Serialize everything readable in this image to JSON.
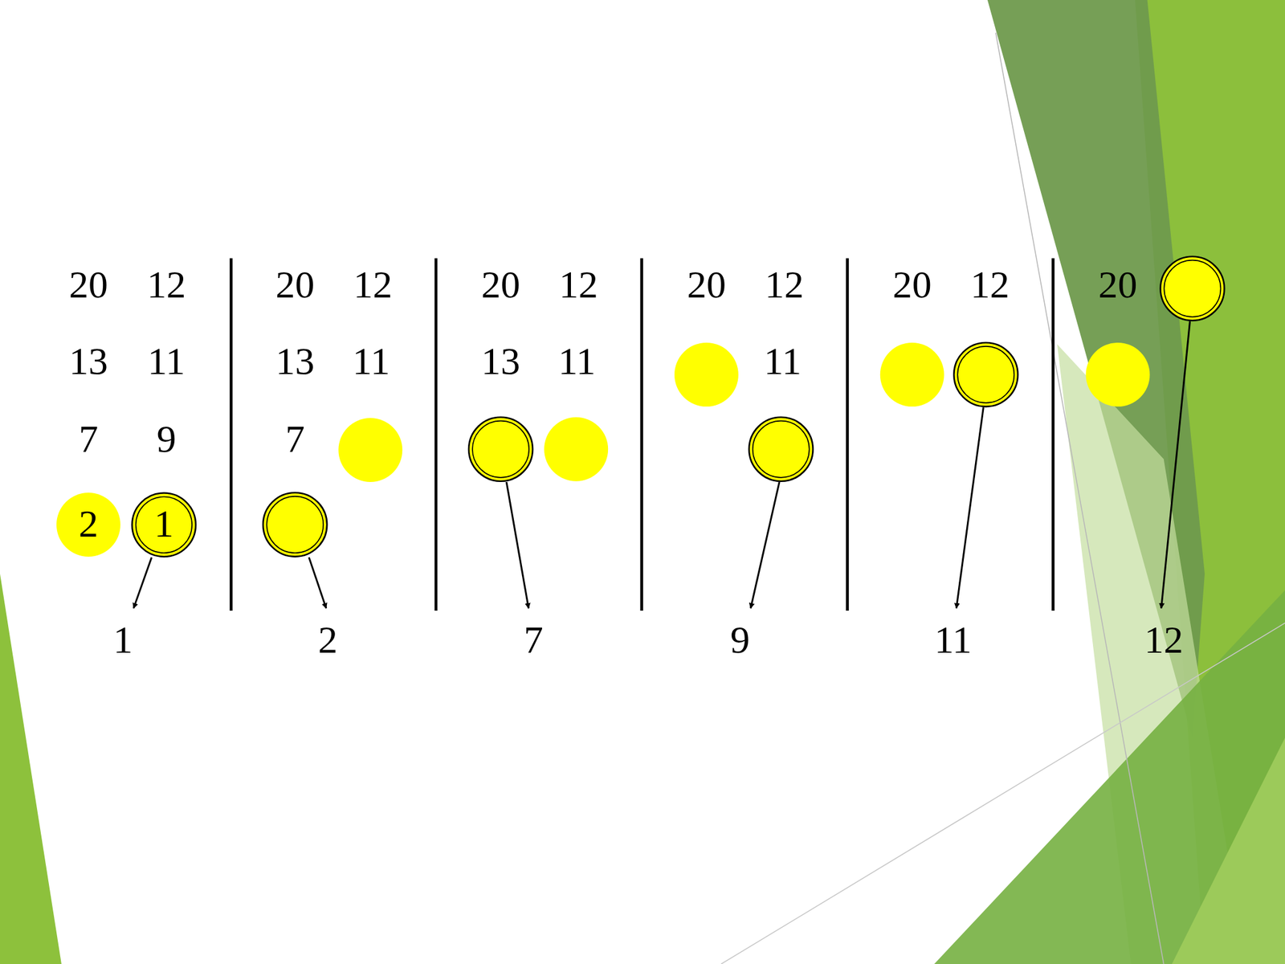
{
  "diagram": {
    "nodes": [
      {
        "text": [
          "2"
        ]
      },
      {
        "text": [
          "1"
        ]
      }
    ],
    "labels": [
      "20",
      "12",
      "13",
      "11",
      "7",
      "9",
      "1",
      "20",
      "12",
      "13",
      "11",
      "7",
      "2",
      "20",
      "12",
      "13",
      "11",
      "7",
      "20",
      "12",
      "11",
      "9",
      "20",
      "12",
      "11",
      "20",
      "12"
    ]
  }
}
